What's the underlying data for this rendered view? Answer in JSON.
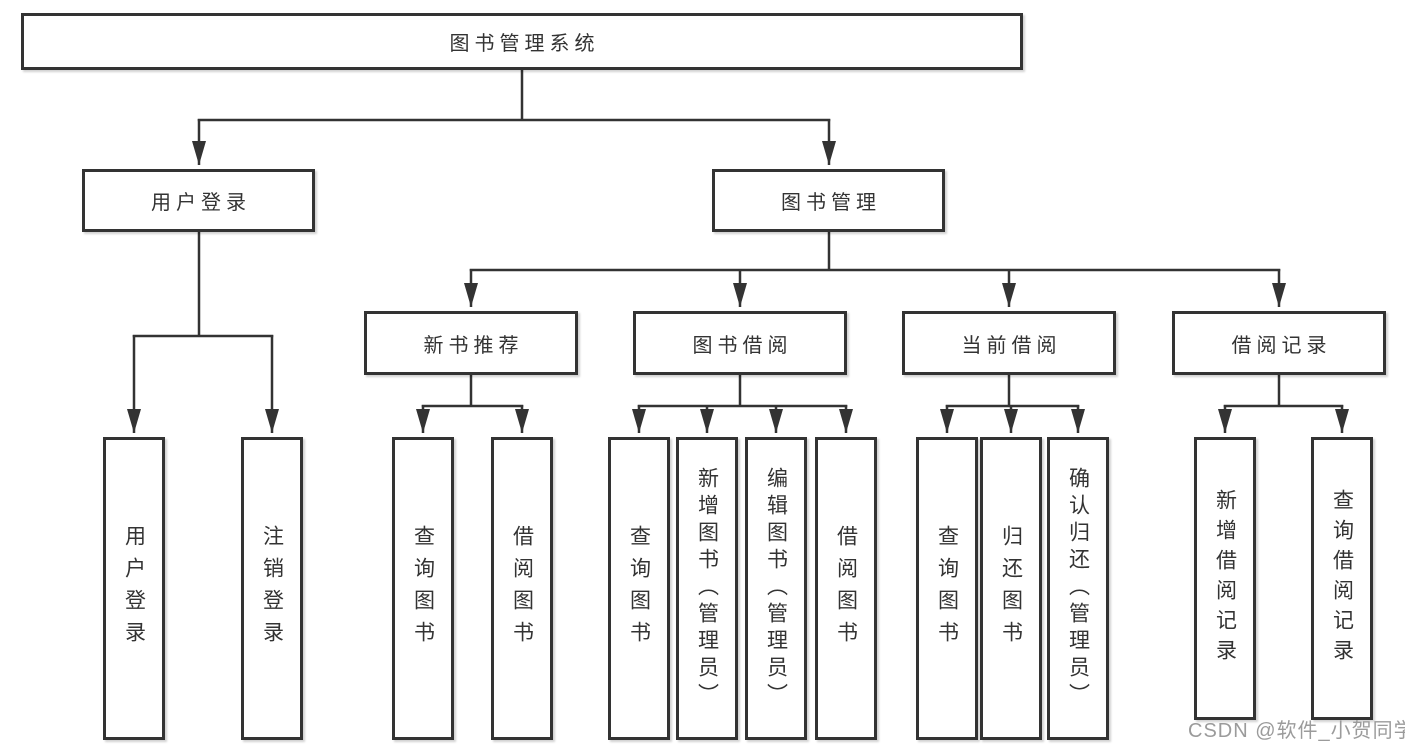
{
  "tree": {
    "root": "图书管理系统",
    "branches": [
      {
        "label": "用户登录",
        "children": [
          "用户登录",
          "注销登录"
        ]
      },
      {
        "label": "图书管理",
        "groups": [
          {
            "label": "新书推荐",
            "children": [
              "查询图书",
              "借阅图书"
            ]
          },
          {
            "label": "图书借阅",
            "children": [
              "查询图书",
              "新增图书（管理员）",
              "编辑图书（管理员）",
              "借阅图书"
            ]
          },
          {
            "label": "当前借阅",
            "children": [
              "查询图书",
              "归还图书",
              "确认归还（管理员）"
            ]
          },
          {
            "label": "借阅记录",
            "children": [
              "新增借阅记录",
              "查询借阅记录"
            ]
          }
        ]
      }
    ]
  },
  "watermark": "CSDN @软件_小贺同学",
  "colors": {
    "line": "#333333",
    "text": "#333333",
    "watermark": "#9b9b9b",
    "background": "#ffffff"
  }
}
